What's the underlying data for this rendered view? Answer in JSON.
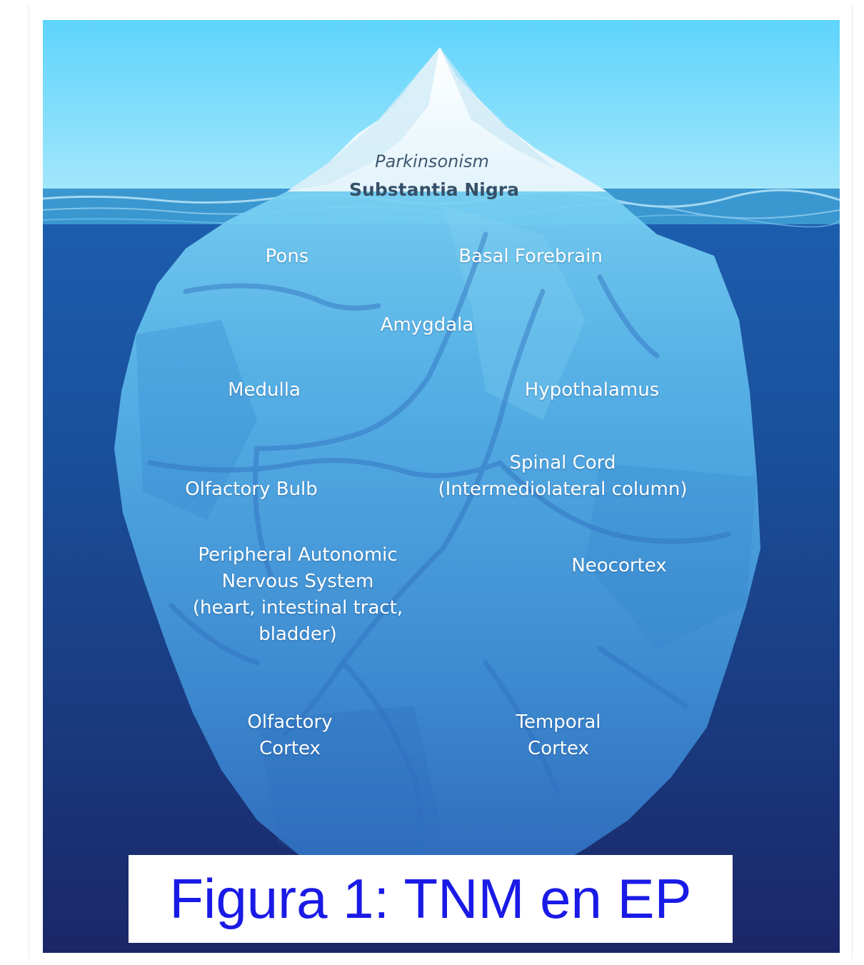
{
  "iceberg": {
    "above_water": {
      "condition": "Parkinsonism",
      "region": "Substantia Nigra"
    },
    "below_water_labels": [
      "Pons",
      "Basal Forebrain",
      "Amygdala",
      "Medulla",
      "Hypothalamus",
      "Spinal Cord\n(Intermediolateral column)",
      "Olfactory Bulb",
      "Peripheral Autonomic\nNervous System\n(heart, intestinal tract,\nbladder)",
      "Neocortex",
      "Olfactory\nCortex",
      "Temporal\nCortex"
    ]
  },
  "caption": "Figura 1: TNM en EP",
  "colors": {
    "sky": "#5fd3f8",
    "deep_water": "#1a2a6e",
    "ice_submerged": "#4fa9e3",
    "caption_text": "#1a1ae6"
  }
}
